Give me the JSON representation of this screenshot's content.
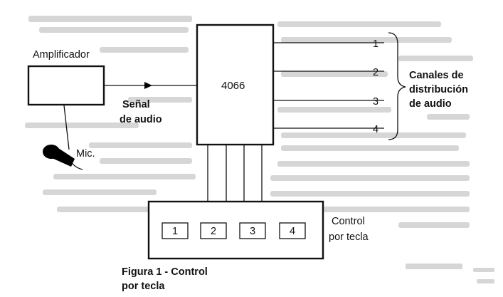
{
  "diagram": {
    "amplifier_label": "Amplificador",
    "mic_label": "Mic.",
    "signal_label_line1": "Señal",
    "signal_label_line2": "de audio",
    "chip_label": "4066",
    "channels": [
      "1",
      "2",
      "3",
      "4"
    ],
    "channels_label_line1": "Canales de",
    "channels_label_line2": "distribución",
    "channels_label_line3": "de audio",
    "keys": [
      "1",
      "2",
      "3",
      "4"
    ],
    "control_label_line1": "Control",
    "control_label_line2": "por tecla",
    "caption_line1": "Figura 1 - Control",
    "caption_line2": "por tecla"
  }
}
